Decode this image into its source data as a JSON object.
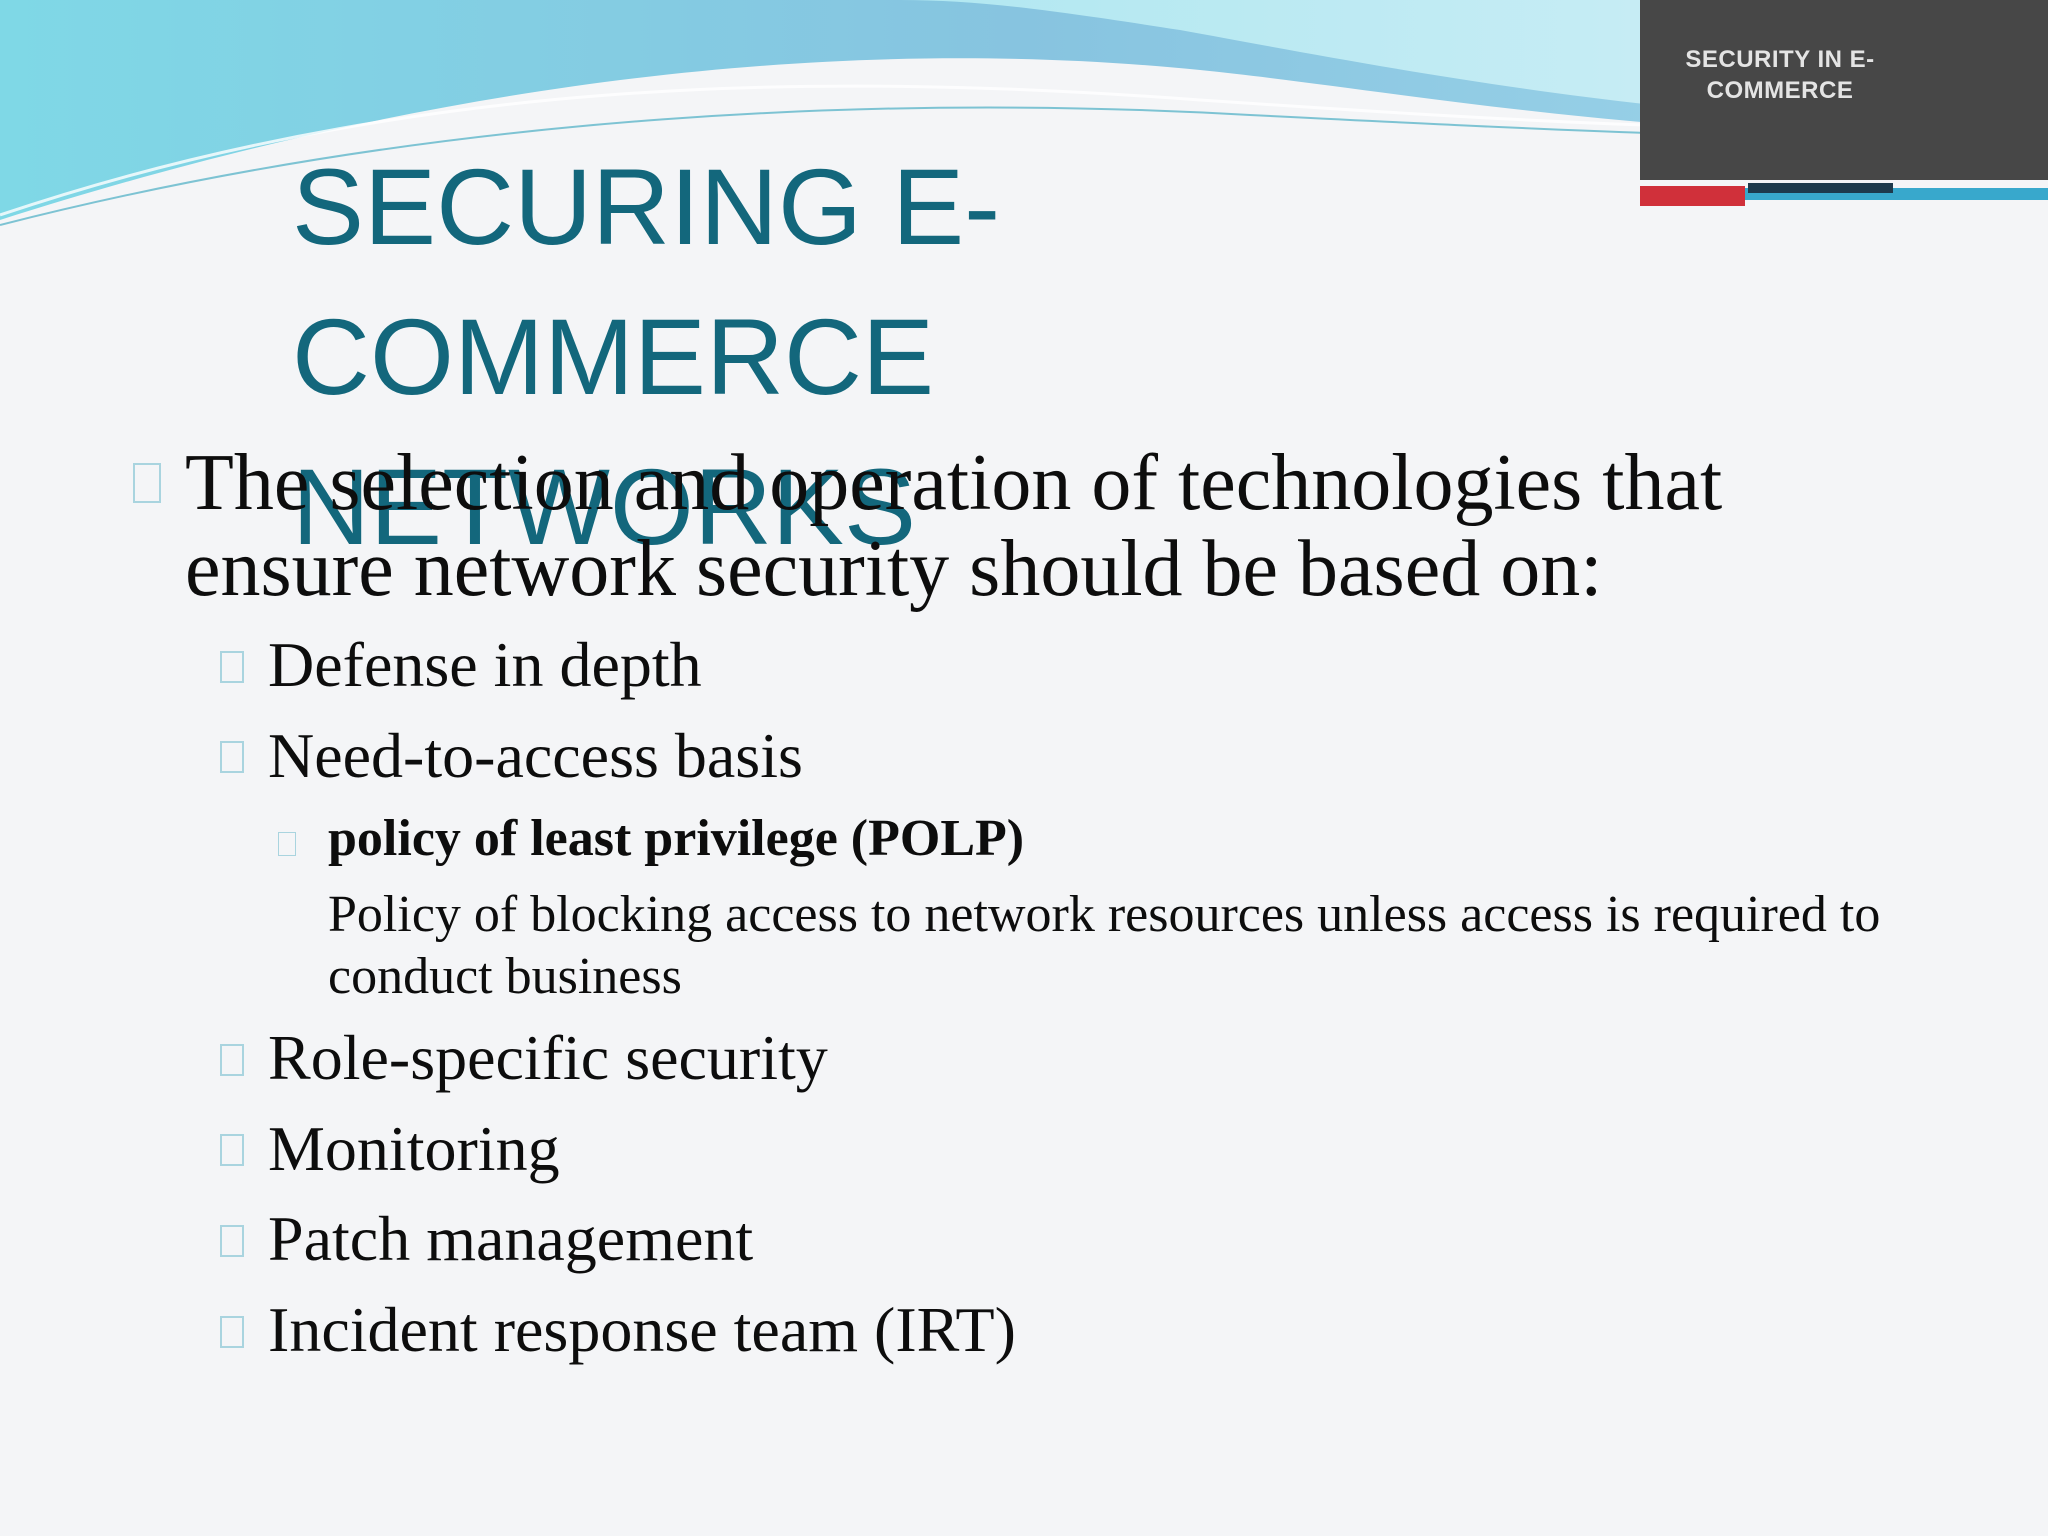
{
  "corner_label": "SECURITY IN E-\nCOMMERCE",
  "title": "SECURING E-COMMERCE\nNETWORKS",
  "intro": "The selection and operation of technologies that ensure network security should be based on:",
  "items": [
    {
      "label": "Defense in depth"
    },
    {
      "label": "Need-to-access basis"
    },
    {
      "label": "Role-specific security"
    },
    {
      "label": "Monitoring"
    },
    {
      "label": "Patch management"
    },
    {
      "label": "Incident response team (IRT)"
    }
  ],
  "subitem": {
    "label": "policy of least privilege (POLP)",
    "description": "Policy of blocking access to network resources unless access is required to conduct business"
  },
  "colors": {
    "title": "#13677c",
    "bullet_border": "#a9d4df",
    "corner_box": "#474747",
    "strip_red": "#d0303a",
    "strip_blue": "#38a8cc"
  }
}
